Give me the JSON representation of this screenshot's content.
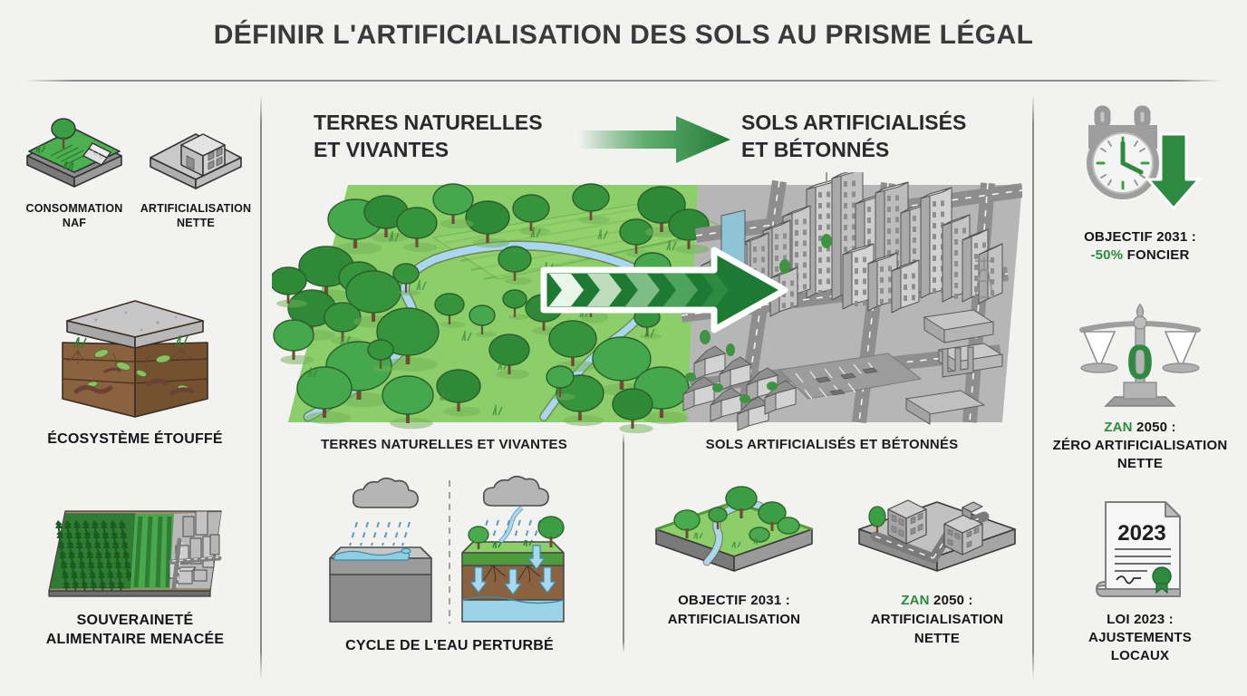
{
  "page": {
    "title": "DÉFINIR L'ARTIFICIALISATION DES SOLS AU PRISME LÉGAL",
    "accent_green": "#2e8b3d",
    "arrow_green": "#2b8a3e",
    "background": "#f2f2f0",
    "text_color": "#1d1d1d"
  },
  "left_sidebar": {
    "items": [
      {
        "icon": "farmland-plot-icon",
        "label_line1": "CONSOMMATION",
        "label_line2": "NAF"
      },
      {
        "icon": "building-plot-icon",
        "label_line1": "ARTIFICIALISATION",
        "label_line2": "NETTE"
      },
      {
        "icon": "soil-cross-section-icon",
        "label_line1": "ÉCOSYSTÈME ÉTOUFFÉ",
        "label_line2": ""
      },
      {
        "icon": "farmland-vs-city-icon",
        "label_line1": "SOUVERAINETÉ",
        "label_line2": "ALIMENTAIRE MENACÉE"
      }
    ]
  },
  "center": {
    "heading_left_line1": "TERRES NATURELLES",
    "heading_left_line2": "ET VIVANTES",
    "heading_right_line1": "SOLS ARTIFICIALISÉS",
    "heading_right_line2": "ET BÉTONNÉS",
    "transition_arrow": "green-right-arrow-icon",
    "scene": "isometric-landscape-to-city-illustration",
    "scene_arrow": "chevron-right-arrow-icon",
    "mid_label_left": "TERRES NATURELLES ET VIVANTES",
    "mid_label_right": "SOLS ARTIFICIALISÉS ET BÉTONNÉS",
    "water_cycle": {
      "left_icon": "impermeable-surface-runoff-icon",
      "right_icon": "natural-soil-infiltration-icon",
      "caption": "CYCLE DE L'EAU PERTURBÉ"
    },
    "bottom_items": [
      {
        "icon": "natural-land-block-icon",
        "line1_prefix": "OBJECTIF 2031 :",
        "line1_green": "",
        "line2": "ARTIFICIALISATION",
        "line3": ""
      },
      {
        "icon": "urban-land-block-icon",
        "line1_prefix": "",
        "line1_green": "ZAN",
        "line1_rest": " 2050 :",
        "line2": "ARTIFICIALISATION",
        "line3": "NETTE"
      }
    ]
  },
  "right_sidebar": {
    "items": [
      {
        "icon": "clock-down-arrow-icon",
        "line1": "OBJECTIF 2031 :",
        "green_text": "-50%",
        "line2_rest": " FONCIER",
        "line3": ""
      },
      {
        "icon": "balance-scale-zero-icon",
        "green_text": "ZAN",
        "line1_rest": " 2050 :",
        "line2": "ZÉRO ARTIFICIALISATION",
        "line3": "NETTE"
      },
      {
        "icon": "law-document-2023-icon",
        "document_year": "2023",
        "line1": "LOI 2023 :",
        "line2": "AJUSTEMENTS",
        "line3": "LOCAUX"
      }
    ]
  }
}
